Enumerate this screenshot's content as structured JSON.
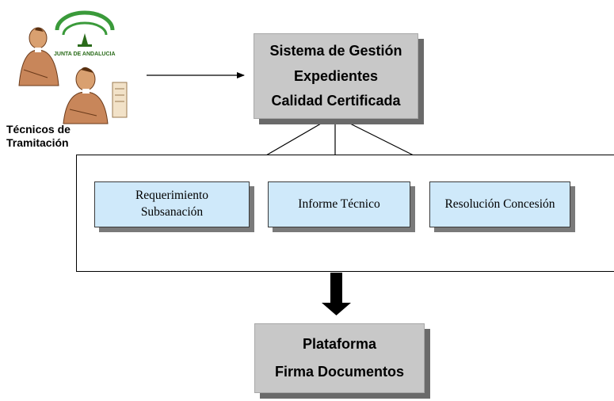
{
  "actor": {
    "logo_text": "JUNTA DE ANDALUCIA",
    "label_line1": "Técnicos de",
    "label_line2": "Tramitación"
  },
  "system_box": {
    "line1": "Sistema de Gestión",
    "line2": "Expedientes",
    "line3": "Calidad Certificada"
  },
  "documents": [
    {
      "line1": "Requerimiento",
      "line2": "Subsanación"
    },
    {
      "line1": "Informe Técnico"
    },
    {
      "line1": "Resolución Concesión"
    }
  ],
  "platform_box": {
    "line1": "Plataforma",
    "line2": "Firma Documentos"
  },
  "colors": {
    "grey_box": "#c8c8c8",
    "blue_box": "#cfe9fa",
    "logo_green": "#2a8a2a"
  }
}
